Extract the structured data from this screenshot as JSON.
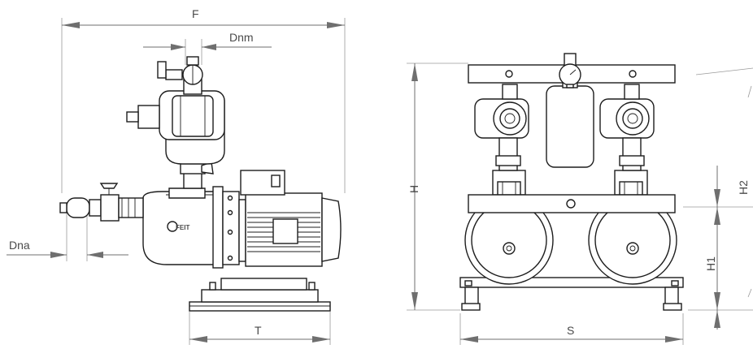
{
  "labels": {
    "F": "F",
    "Dnm": "Dnm",
    "Dna": "Dna",
    "T": "T",
    "H": "H",
    "S": "S",
    "H1": "H1",
    "H2": "H2"
  },
  "logo": {
    "text": "FEIT"
  },
  "colors": {
    "line": "#1d1d1d",
    "dimension": "#6f6f6f",
    "background": "#ffffff"
  }
}
